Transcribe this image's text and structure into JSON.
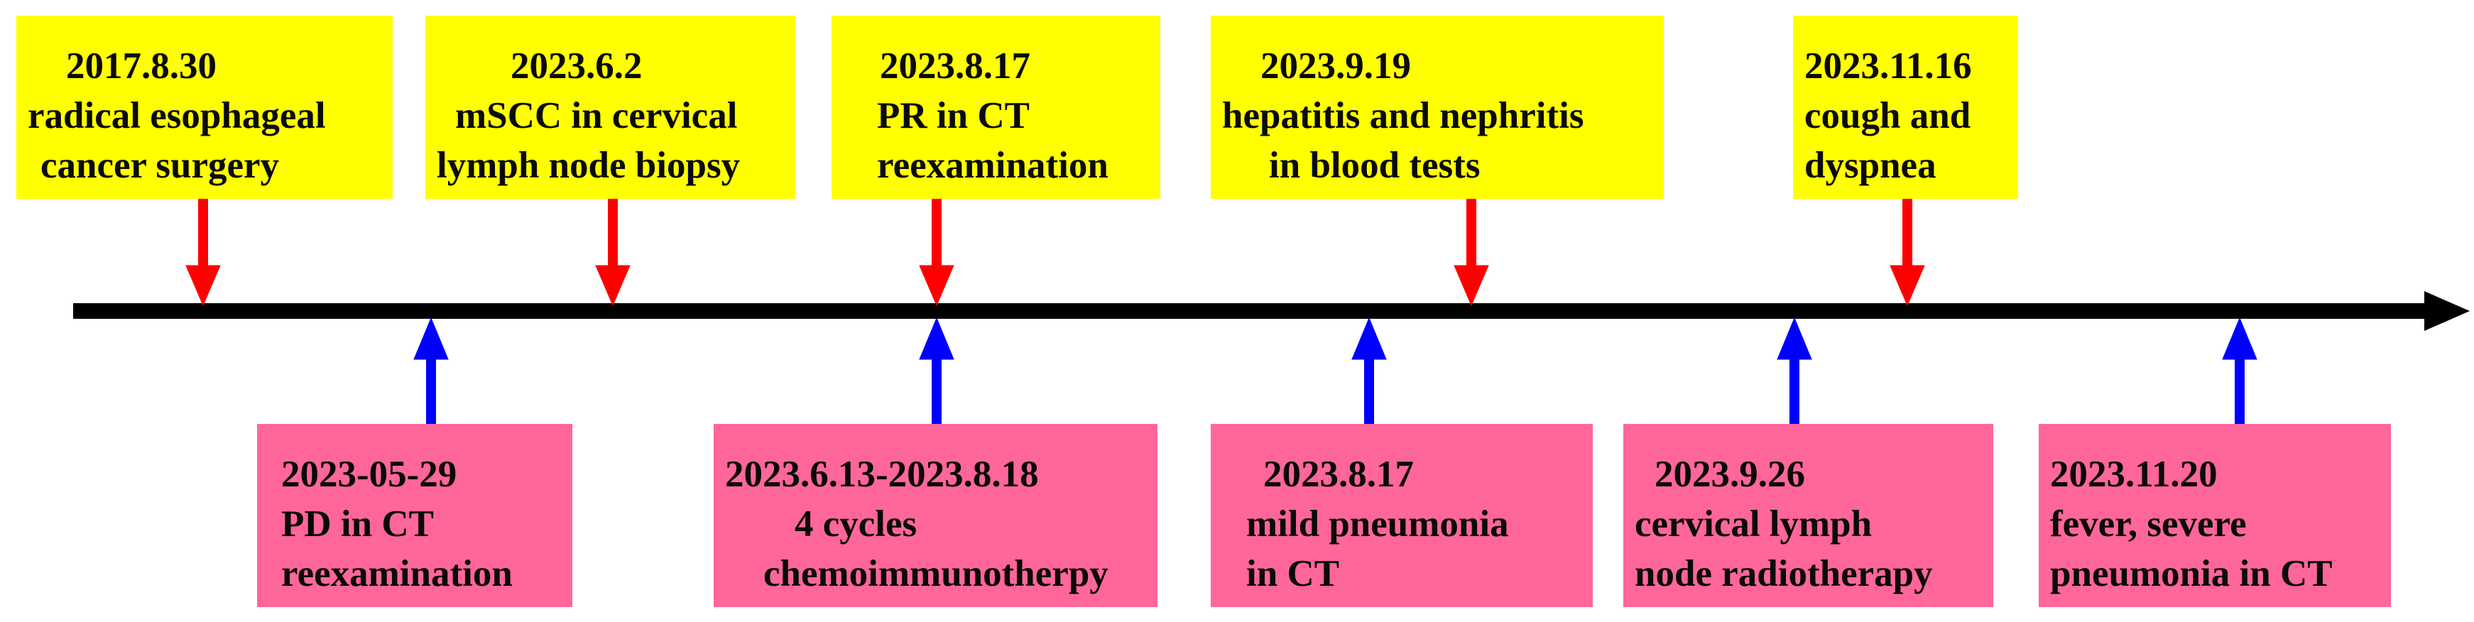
{
  "colors": {
    "top_box": "#ffff00",
    "bottom_box": "#ff6699",
    "top_arrow": "#ff0000",
    "bottom_arrow": "#0000ff",
    "axis": "#000000"
  },
  "top_events": [
    {
      "lines": [
        "2017.8.30",
        "radical esophageal",
        "cancer surgery"
      ]
    },
    {
      "lines": [
        "2023.6.2",
        "mSCC in cervical",
        "lymph node biopsy"
      ]
    },
    {
      "lines": [
        "2023.8.17",
        "PR in CT",
        "reexamination"
      ]
    },
    {
      "lines": [
        "2023.9.19",
        "hepatitis and nephritis",
        "in blood tests"
      ]
    },
    {
      "lines": [
        "2023.11.16",
        "cough and",
        "dyspnea"
      ]
    }
  ],
  "bottom_events": [
    {
      "lines": [
        "2023-05-29",
        "PD in CT",
        "reexamination"
      ]
    },
    {
      "lines": [
        "2023.6.13-2023.8.18",
        "4 cycles",
        "chemoimmunotherpy"
      ]
    },
    {
      "lines": [
        "2023.8.17",
        "mild pneumonia",
        "in CT"
      ]
    },
    {
      "lines": [
        "2023.9.26",
        "cervical lymph",
        "node radiotherapy"
      ]
    },
    {
      "lines": [
        "2023.11.20",
        "fever, severe",
        "pneumonia in CT"
      ]
    }
  ]
}
